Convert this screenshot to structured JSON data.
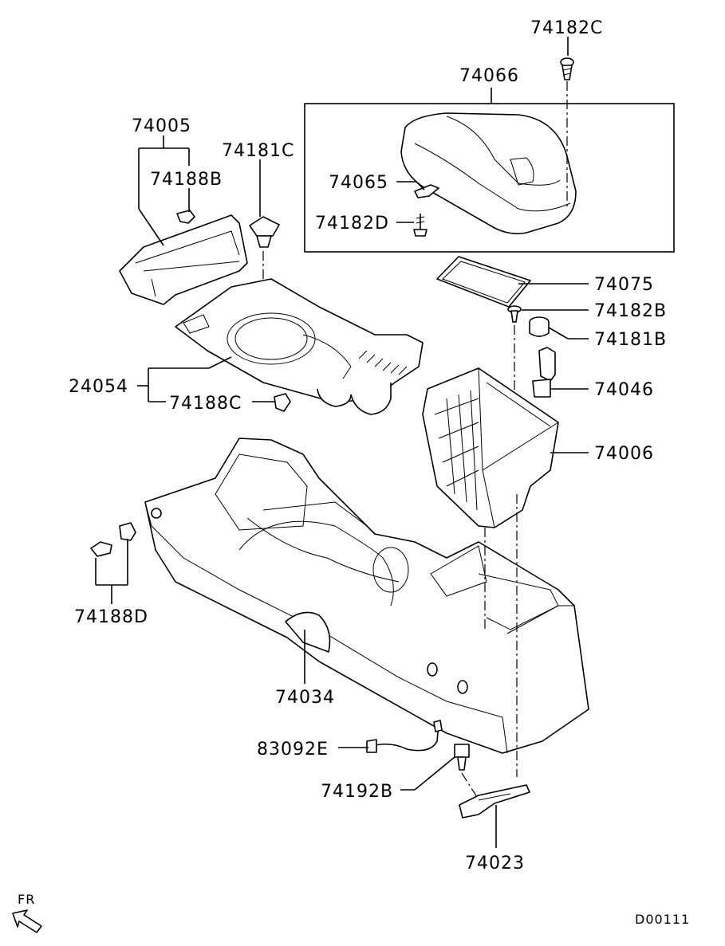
{
  "labels": {
    "p74182C": "74182C",
    "p74066": "74066",
    "p74005": "74005",
    "p74181C": "74181C",
    "p74188B": "74188B",
    "p74065": "74065",
    "p74182D": "74182D",
    "p74075": "74075",
    "p74182B": "74182B",
    "p74181B": "74181B",
    "p74046": "74046",
    "p24054": "24054",
    "p74188C": "74188C",
    "p74006": "74006",
    "p74188D": "74188D",
    "p74034": "74034",
    "p83092E": "83092E",
    "p74192B": "74192B",
    "p74023": "74023"
  },
  "orientation": {
    "label": "FR"
  },
  "diagram_code": "D00111"
}
